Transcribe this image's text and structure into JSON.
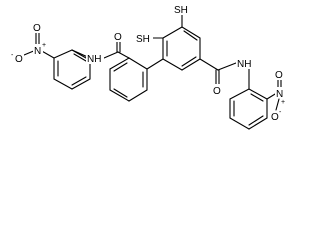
{
  "molecule": {
    "atom_labels": {
      "thiol_top": "SH",
      "thiol_left": "SH",
      "amide_n_left": "NH",
      "amide_o_left": "O",
      "amide_n_right": "NH",
      "amide_o_right": "O",
      "nitro_n_left": "N",
      "nitro_o_left_a": "O",
      "nitro_o_left_b": "O",
      "nitro_n_right": "N",
      "nitro_o_right_a": "O",
      "nitro_o_right_b": "O"
    },
    "charges": {
      "nitro_n_left_plus": "+",
      "nitro_o_left_minus": "-",
      "nitro_n_right_plus": "+",
      "nitro_o_right_minus": "-"
    }
  }
}
